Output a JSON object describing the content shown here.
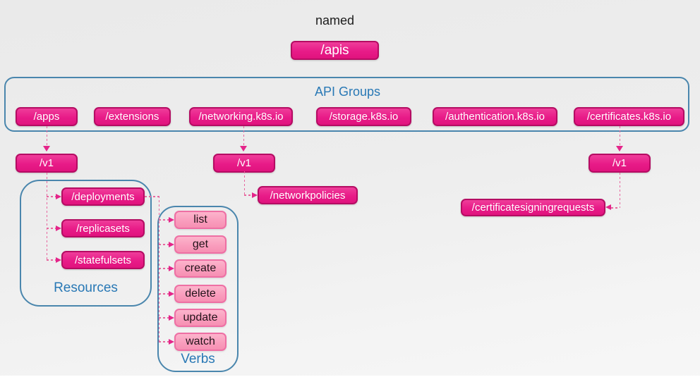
{
  "heading": {
    "named_label": "named"
  },
  "root_node": {
    "label": "/apis"
  },
  "api_groups": {
    "title": "API Groups",
    "items": [
      "/apps",
      "/extensions",
      "/networking.k8s.io",
      "/storage.k8s.io",
      "/authentication.k8s.io",
      "/certificates.k8s.io"
    ]
  },
  "versions": {
    "apps_v1": "/v1",
    "networking_v1": "/v1",
    "certificates_v1": "/v1"
  },
  "resources": {
    "title": "Resources",
    "items": [
      "/deployments",
      "/replicasets",
      "/statefulsets"
    ]
  },
  "verbs": {
    "title": "Verbs",
    "items": [
      "list",
      "get",
      "create",
      "delete",
      "update",
      "watch"
    ]
  },
  "standalone_resources": {
    "networkpolicies": "/networkpolicies",
    "certificatesigningrequests": "/certificatesigningrequests"
  },
  "palette": {
    "node_fill": "#e81b88",
    "node_border": "#b50c63",
    "verb_fill": "#f99cbc",
    "verb_border": "#ee6fa4",
    "frame_border": "#4a86ad",
    "frame_label_blue": "#2878b5",
    "connector_pink": "#e7679f",
    "background_gray": "#ededed"
  }
}
